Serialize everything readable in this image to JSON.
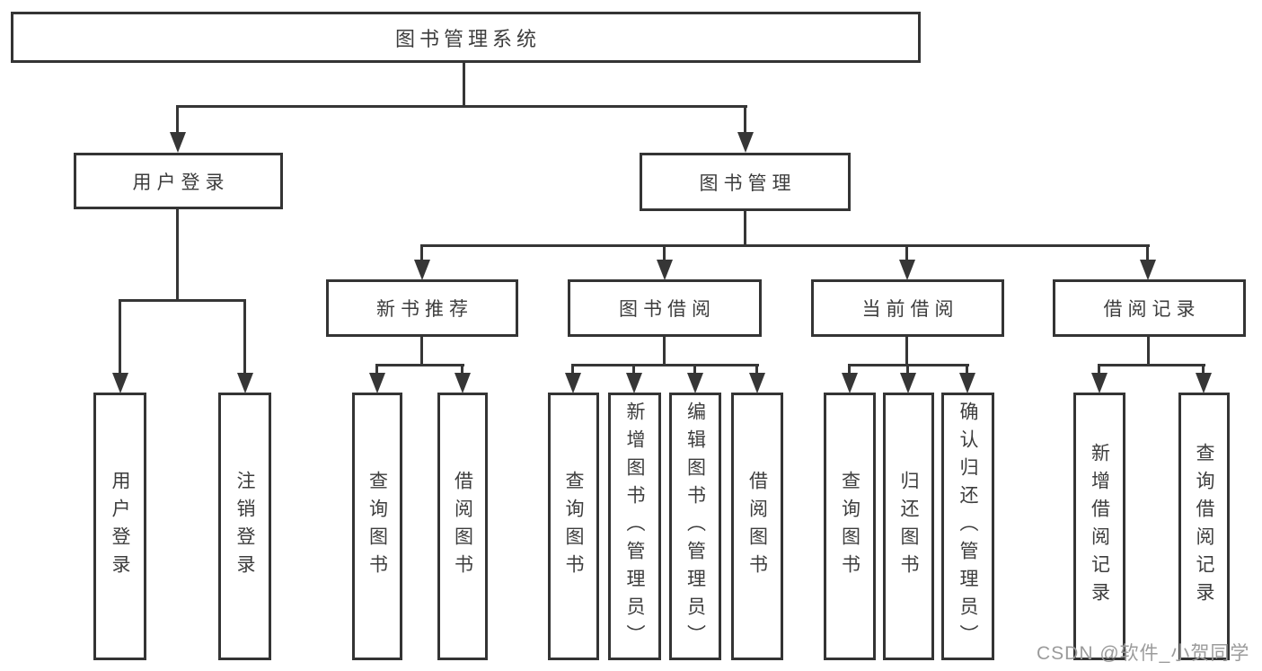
{
  "diagram": {
    "root": {
      "label": "图书管理系统"
    },
    "level2": [
      {
        "label": "用户登录"
      },
      {
        "label": "图书管理"
      }
    ],
    "level3": [
      {
        "label": "新书推荐"
      },
      {
        "label": "图书借阅"
      },
      {
        "label": "当前借阅"
      },
      {
        "label": "借阅记录"
      }
    ],
    "leaves": {
      "user_login_group": [
        {
          "label": "用户登录"
        },
        {
          "label": "注销登录"
        }
      ],
      "new_book_group": [
        {
          "label": "查询图书"
        },
        {
          "label": "借阅图书"
        }
      ],
      "book_borrow_group": [
        {
          "label": "查询图书"
        },
        {
          "label": "新增图书（管理员）"
        },
        {
          "label": "编辑图书（管理员）"
        },
        {
          "label": "借阅图书"
        }
      ],
      "current_borrow_group": [
        {
          "label": "查询图书"
        },
        {
          "label": "归还图书"
        },
        {
          "label": "确认归还（管理员）"
        }
      ],
      "record_group": [
        {
          "label": "新增借阅记录"
        },
        {
          "label": "查询借阅记录"
        }
      ]
    }
  },
  "watermark": {
    "text": "CSDN @软件_小贺同学"
  },
  "colors": {
    "line": "#363636",
    "border": "#343434",
    "text": "#3d3d3d",
    "watermark_text": "#9b9b9b",
    "background": "#ffffff"
  }
}
